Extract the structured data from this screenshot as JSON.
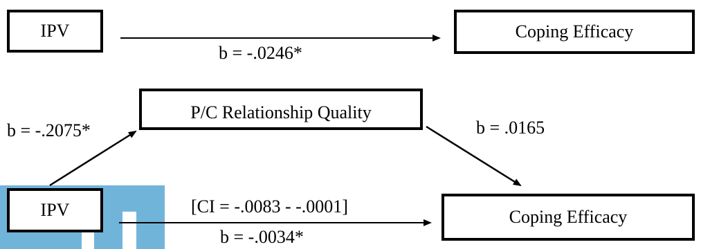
{
  "top_panel": {
    "source_label": "IPV",
    "outcome_label": "Coping Efficacy",
    "direct_path_label": "b = -.0246*"
  },
  "bottom_panel": {
    "mediator_label": "P/C Relationship Quality",
    "source_label": "IPV",
    "outcome_label": "Coping Efficacy",
    "a_path_label": "b = -.2075*",
    "b_path_label": "b = .0165",
    "ci_label": "[CI = -.0083 - -.0001]",
    "direct_path_label": "b = -.0034*"
  },
  "colors": {
    "line": "#000000",
    "watermark": "#71b4da"
  }
}
